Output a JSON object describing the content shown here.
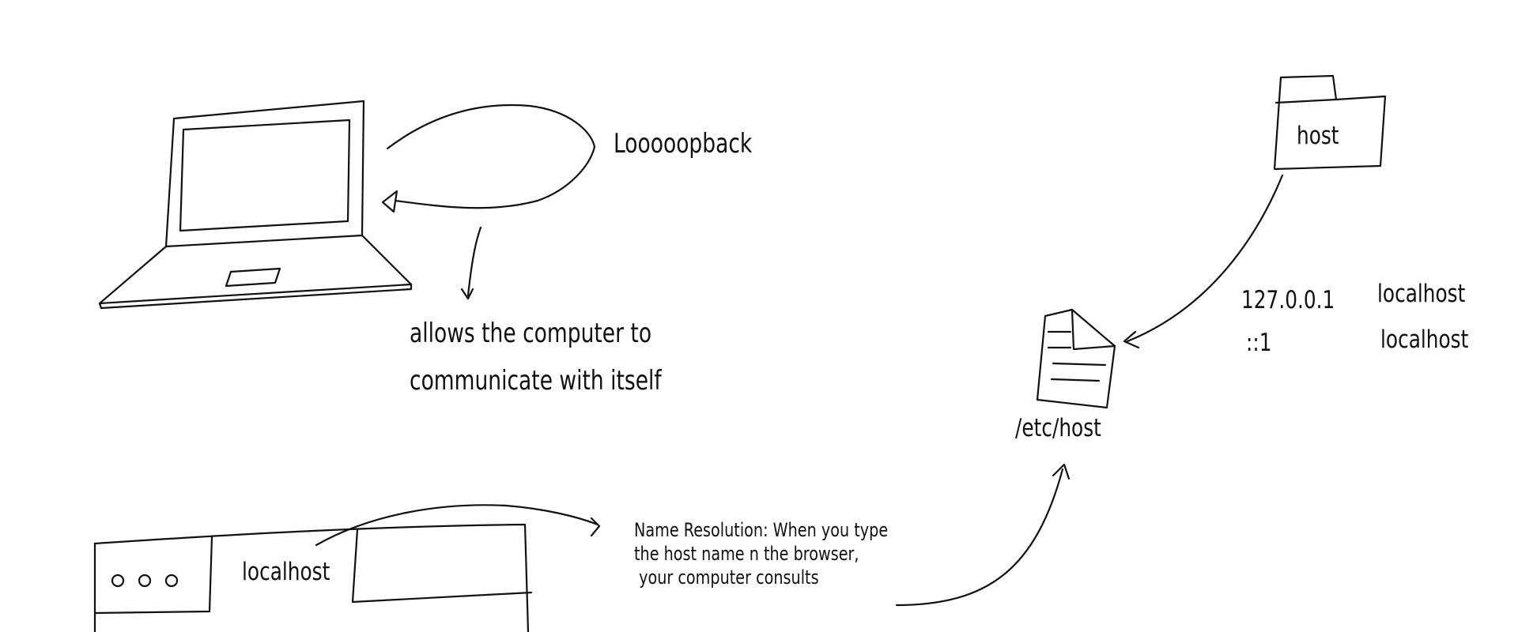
{
  "loopback": {
    "title": "Looooopback",
    "description": "allows the computer to\ncommunicate with itself"
  },
  "folder": {
    "label": "host"
  },
  "hosts_file": {
    "label": "/etc/host",
    "entries": [
      {
        "address": "127.0.0.1",
        "name": "localhost"
      },
      {
        "address": "::1",
        "name": "localhost"
      }
    ]
  },
  "browser": {
    "address_text": "localhost"
  },
  "name_resolution": {
    "text": "Name Resolution: When you type\nthe host name n the browser,\n your computer consults"
  },
  "icons": {
    "laptop": "laptop-icon",
    "folder": "folder-icon",
    "file": "document-icon",
    "window_dots": "window-controls-icon"
  },
  "colors": {
    "ink": "#111111",
    "background": "#ffffff"
  }
}
